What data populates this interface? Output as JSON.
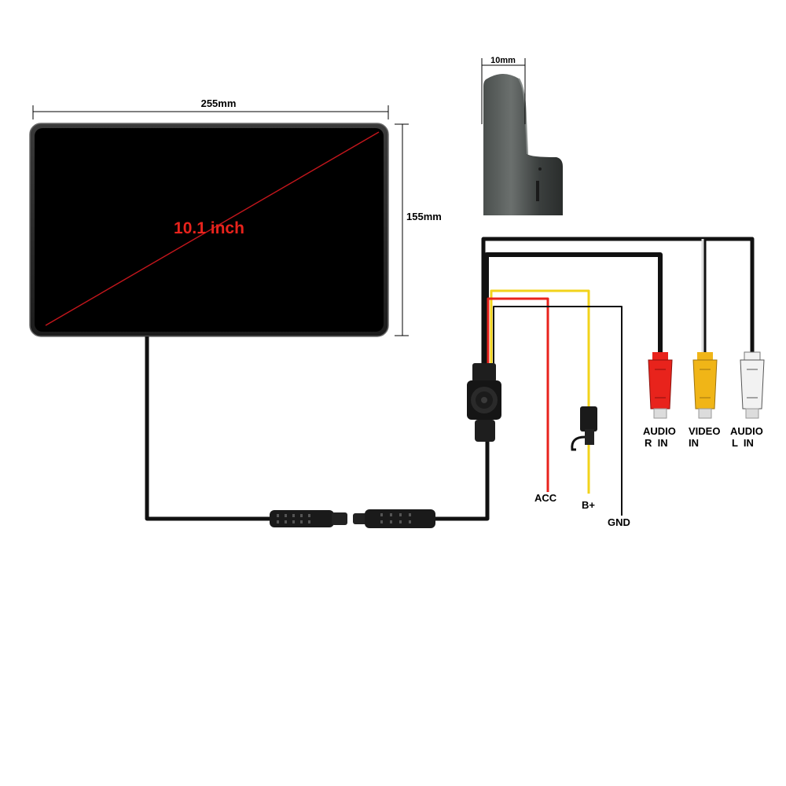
{
  "dimensions": {
    "width_label": "255mm",
    "height_label": "155mm",
    "depth_label": "10mm"
  },
  "screen": {
    "size_label": "10.1 inch"
  },
  "wires": {
    "acc_label": "ACC",
    "bplus_label": "B+",
    "gnd_label": "GND"
  },
  "rca": {
    "audio_r": {
      "line1": "AUDIO",
      "line2": "R  IN",
      "color": "#e8231c"
    },
    "video": {
      "line1": "VIDEO",
      "line2": "IN",
      "color": "#f0b517"
    },
    "audio_l": {
      "line1": "AUDIO",
      "line2": "L  IN",
      "color": "#f2f2f2"
    }
  },
  "colors": {
    "acc_wire": "#e8231c",
    "bplus_wire": "#f2d31b",
    "cable": "#111111"
  }
}
